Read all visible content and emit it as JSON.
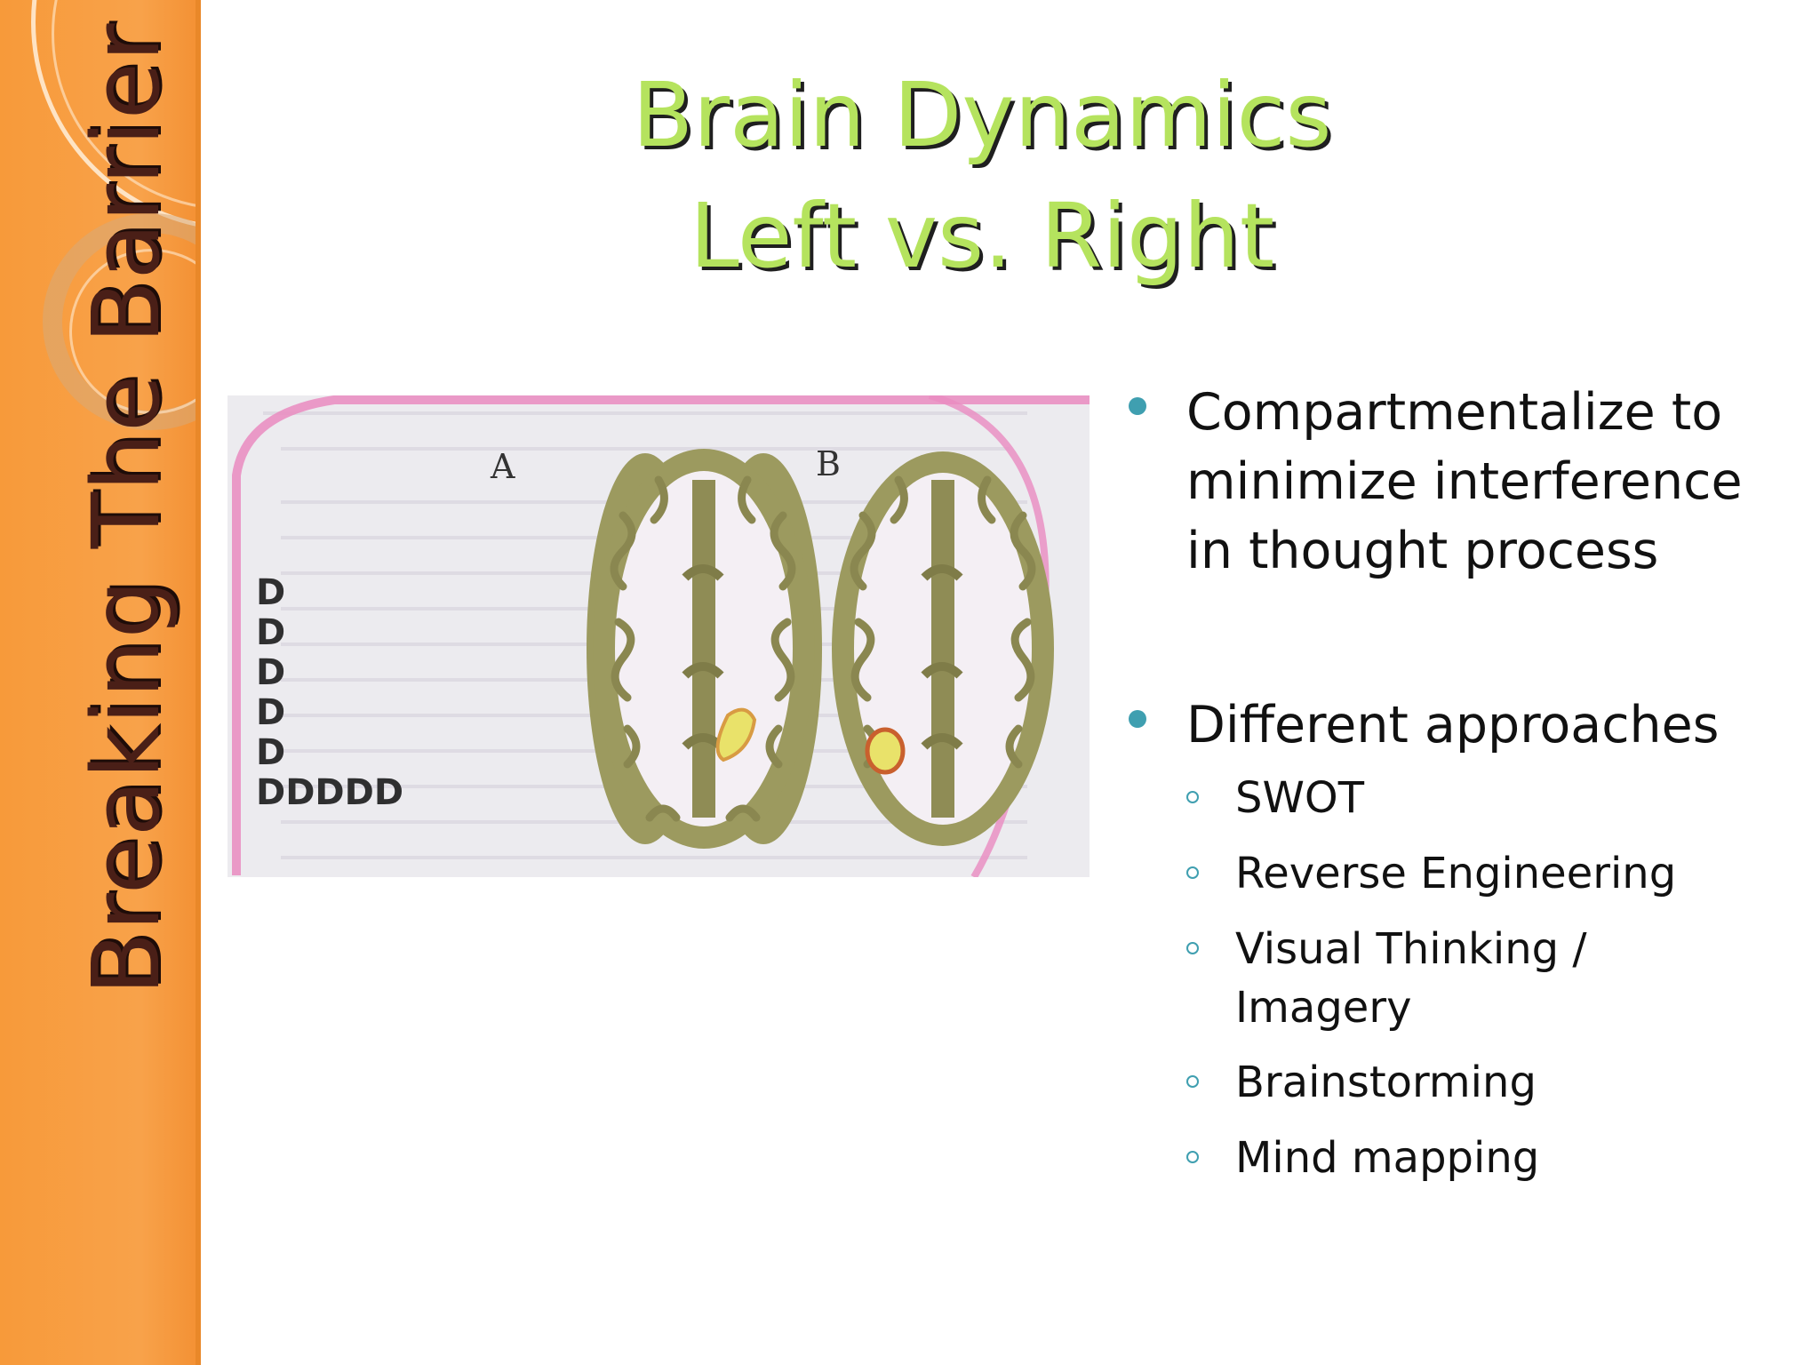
{
  "sidebar": {
    "title": "Breaking The Barrier"
  },
  "header": {
    "title_line1": "Brain Dynamics",
    "title_line2": "Left vs. Right"
  },
  "figure": {
    "label_a": "A",
    "label_b": "B",
    "d_column": [
      "D",
      "D",
      "D",
      "D",
      "D",
      "DDDDD"
    ]
  },
  "bullets": [
    {
      "lines": [
        "Compartmentalize to",
        "minimize interference",
        "in thought process"
      ]
    },
    {
      "lines": [
        "Different approaches"
      ],
      "sub": [
        {
          "lines": [
            "SWOT"
          ]
        },
        {
          "lines": [
            "Reverse Engineering"
          ]
        },
        {
          "lines": [
            "Visual Thinking /",
            "Imagery"
          ]
        },
        {
          "lines": [
            "Brainstorming"
          ]
        },
        {
          "lines": [
            "Mind mapping"
          ]
        }
      ]
    }
  ],
  "colors": {
    "sidebar": "#f79a3a",
    "title": "#b5e35e",
    "bullet": "#3f9fb0",
    "side_text": "#4a1f17"
  }
}
